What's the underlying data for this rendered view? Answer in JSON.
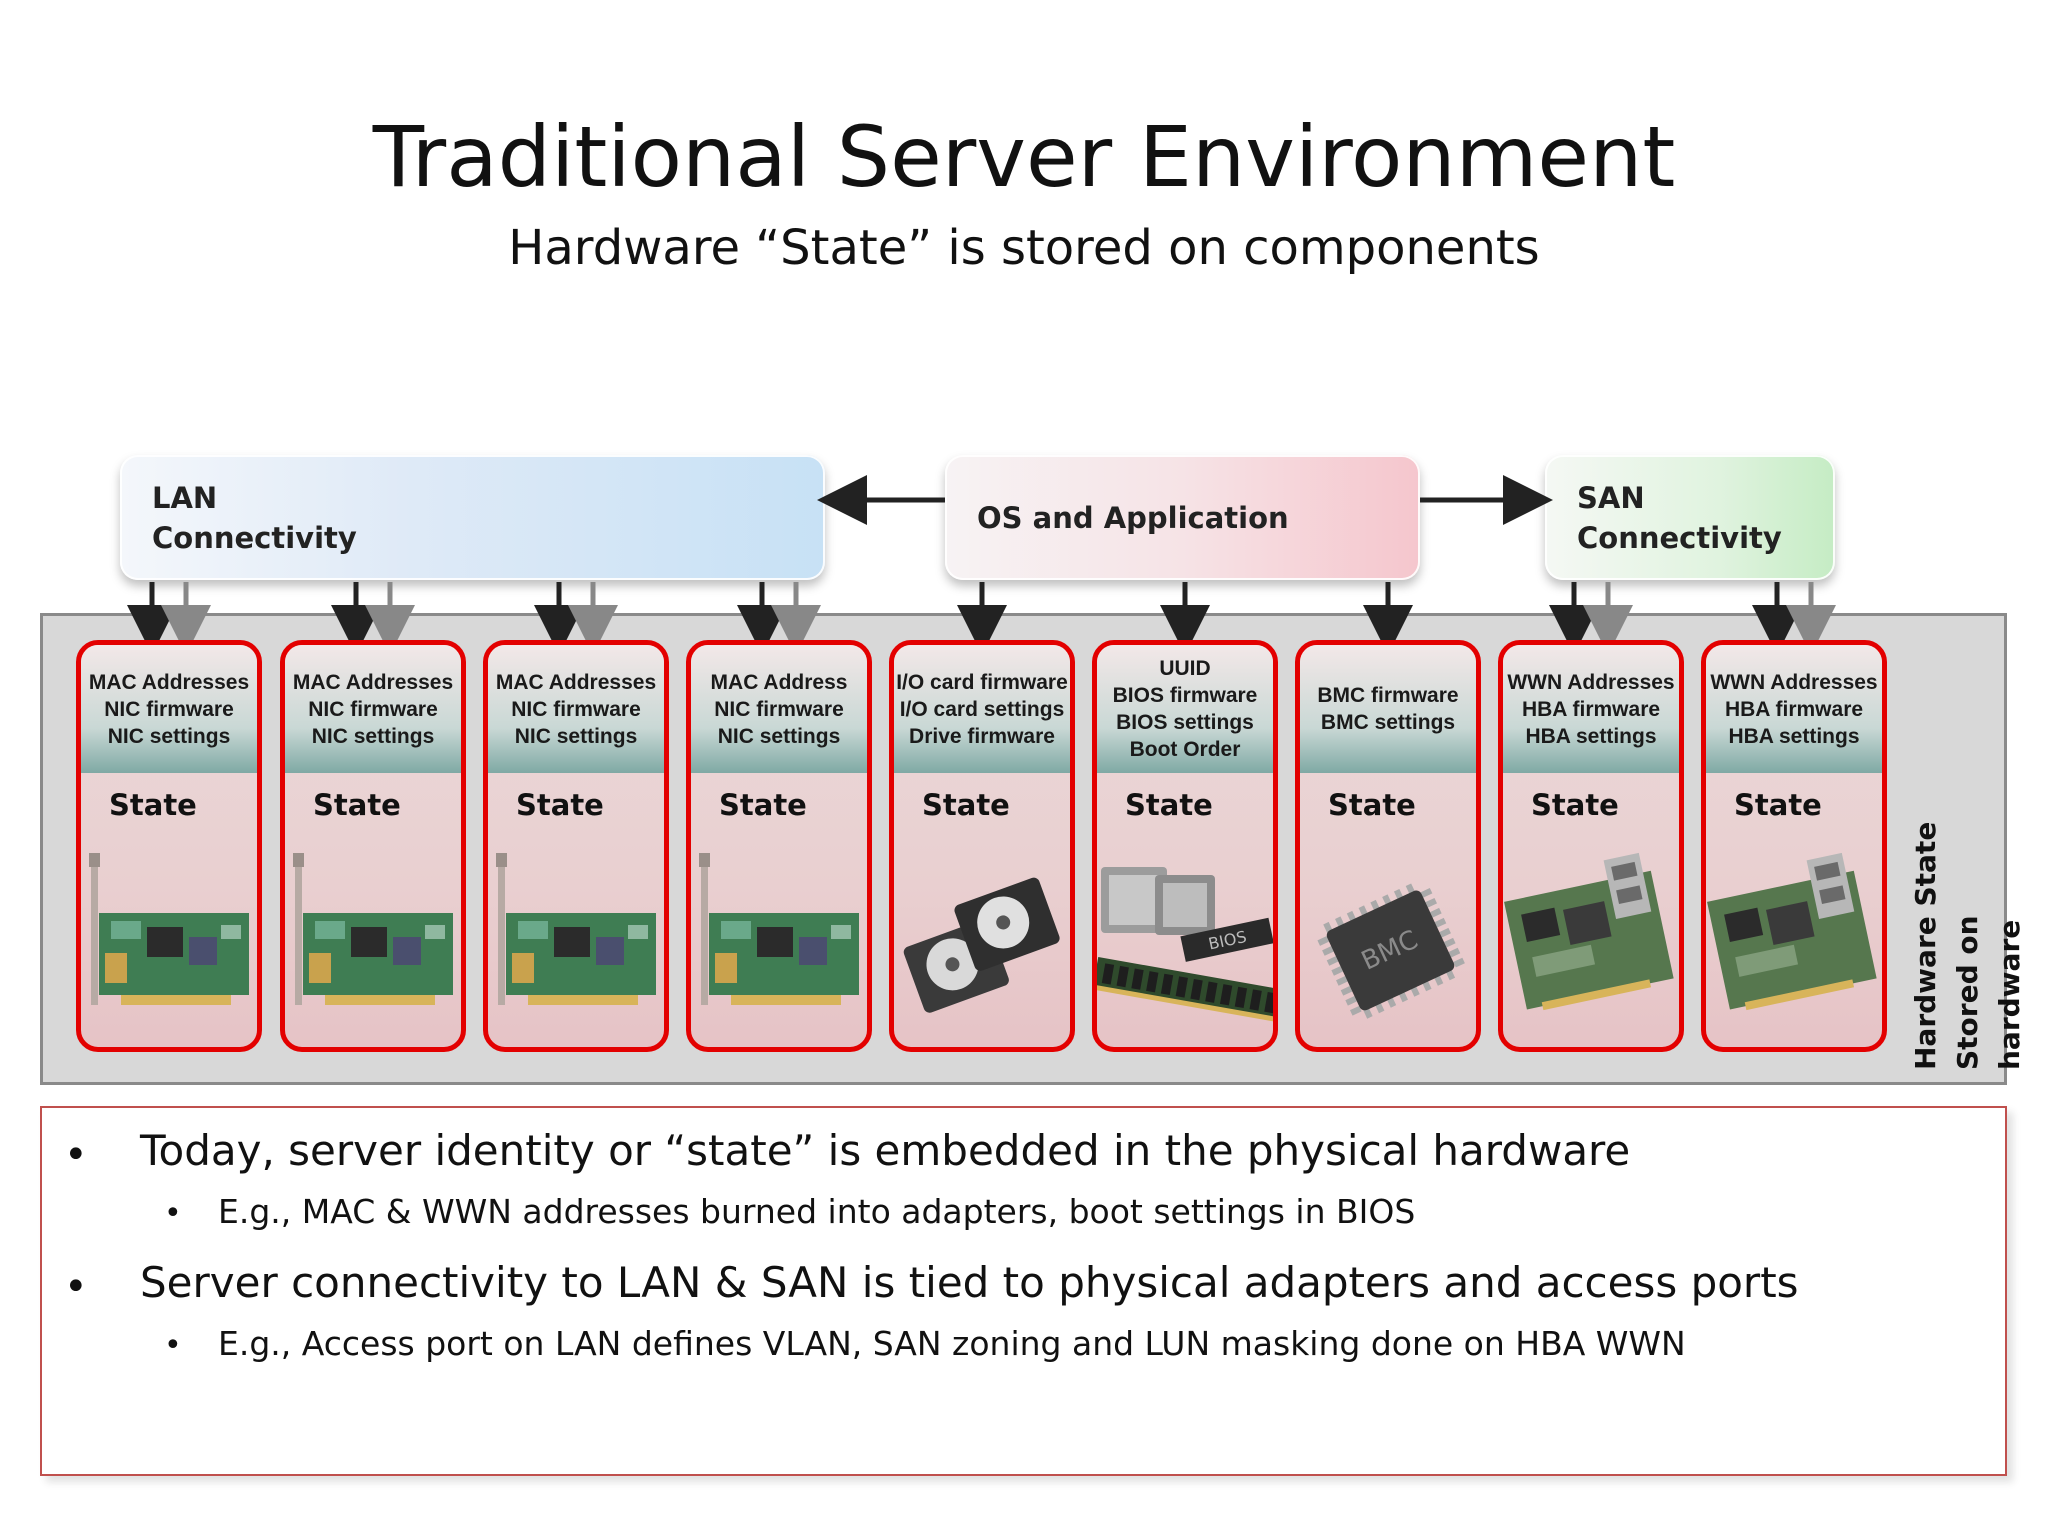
{
  "title": "Traditional Server Environment",
  "subtitle": "Hardware “State” is stored on components",
  "top_boxes": {
    "lan": [
      "LAN",
      "Connectivity"
    ],
    "os": "OS and Application",
    "san": [
      "SAN",
      "Connectivity"
    ]
  },
  "cards": [
    {
      "lines": [
        "MAC Addresses",
        "NIC firmware",
        "NIC settings"
      ],
      "state": "State",
      "image": "nic-card"
    },
    {
      "lines": [
        "MAC Addresses",
        "NIC firmware",
        "NIC settings"
      ],
      "state": "State",
      "image": "nic-card"
    },
    {
      "lines": [
        "MAC Addresses",
        "NIC firmware",
        "NIC settings"
      ],
      "state": "State",
      "image": "nic-card"
    },
    {
      "lines": [
        "MAC Address",
        "NIC firmware",
        "NIC settings"
      ],
      "state": "State",
      "image": "nic-card"
    },
    {
      "lines": [
        "I/O card firmware",
        "I/O card settings",
        "Drive firmware"
      ],
      "state": "State",
      "image": "hard-drives"
    },
    {
      "lines": [
        "UUID",
        "BIOS firmware",
        "BIOS settings",
        "Boot Order"
      ],
      "state": "State",
      "image": "cpu-bios-memory",
      "chip_label": "BIOS"
    },
    {
      "lines": [
        "BMC firmware",
        "BMC settings"
      ],
      "state": "State",
      "image": "bmc-chip",
      "chip_label": "BMC"
    },
    {
      "lines": [
        "WWN Addresses",
        "HBA firmware",
        "HBA settings"
      ],
      "state": "State",
      "image": "hba-card"
    },
    {
      "lines": [
        "WWN Addresses",
        "HBA firmware",
        "HBA settings"
      ],
      "state": "State",
      "image": "hba-card"
    }
  ],
  "side_label": [
    "Hardware State",
    "Stored on hardware"
  ],
  "bullets": [
    {
      "text": "Today, server identity or “state” is embedded in the physical hardware",
      "sub": "E.g., MAC & WWN addresses burned into adapters, boot settings in BIOS"
    },
    {
      "text": "Server connectivity to LAN & SAN is tied to physical adapters and access ports",
      "sub": "E.g., Access port on LAN defines VLAN, SAN zoning and LUN masking done on HBA WWN"
    }
  ],
  "colors": {
    "card_border": "#e30000",
    "arrow_dark": "#222222",
    "arrow_gray": "#888888"
  }
}
